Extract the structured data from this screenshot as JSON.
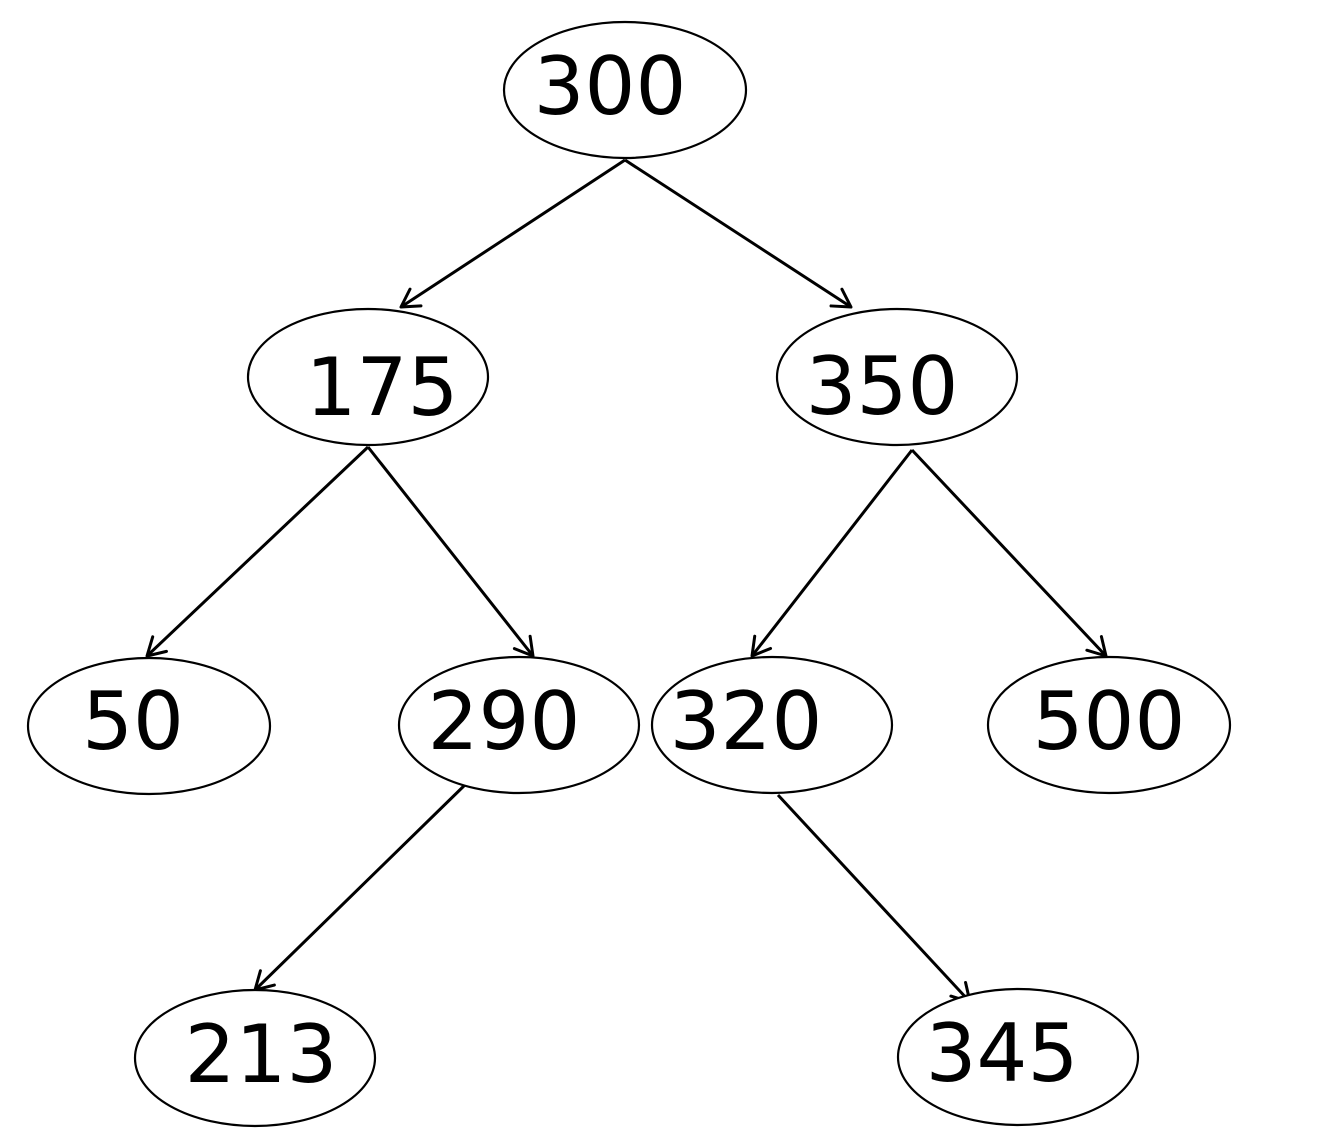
{
  "nodes": [
    {
      "id": "n300",
      "label": "300"
    },
    {
      "id": "n175",
      "label": "175"
    },
    {
      "id": "n350",
      "label": "350"
    },
    {
      "id": "n50",
      "label": "50"
    },
    {
      "id": "n290",
      "label": "290"
    },
    {
      "id": "n320",
      "label": "320"
    },
    {
      "id": "n500",
      "label": "500"
    },
    {
      "id": "n213",
      "label": "213"
    },
    {
      "id": "n345",
      "label": "345"
    }
  ],
  "edges": [
    {
      "from": "n300",
      "to": "n175"
    },
    {
      "from": "n300",
      "to": "n350"
    },
    {
      "from": "n175",
      "to": "n50"
    },
    {
      "from": "n175",
      "to": "n290"
    },
    {
      "from": "n350",
      "to": "n320"
    },
    {
      "from": "n350",
      "to": "n500"
    },
    {
      "from": "n290",
      "to": "n213"
    },
    {
      "from": "n320",
      "to": "n345"
    }
  ]
}
